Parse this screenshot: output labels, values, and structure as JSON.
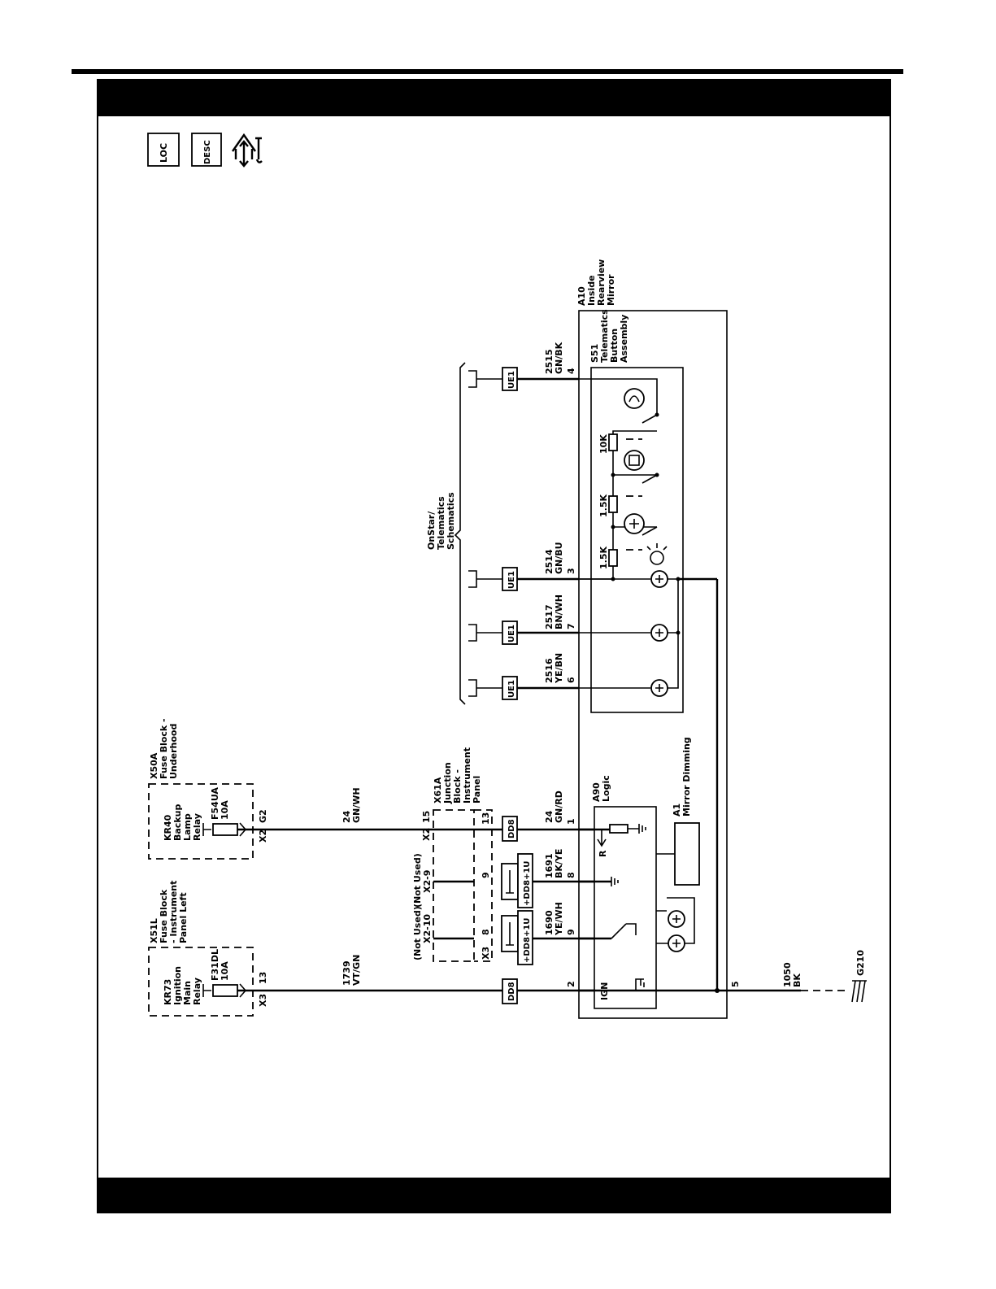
{
  "nav_icons": {
    "loc": "LOC",
    "desc": "DESC",
    "wrench": "house-wrench-icon"
  },
  "components": {
    "x50a": {
      "id": "X50A",
      "name1": "Fuse Block -",
      "name2": "Underhood"
    },
    "kr40": {
      "id": "KR40",
      "l1": "Backup",
      "l2": "Lamp",
      "l3": "Relay"
    },
    "f54ua": {
      "id": "F54UA",
      "rating": "10A"
    },
    "x51l": {
      "id": "X51L",
      "name1": "Fuse Block",
      "name2": "- Instrument",
      "name3": "Panel Left"
    },
    "kr73": {
      "id": "KR73",
      "l1": "Ignition",
      "l2": "Main",
      "l3": "Relay"
    },
    "f31dl": {
      "id": "F31DL",
      "rating": "10A"
    },
    "x61a": {
      "id": "X61A",
      "l1": "Junction",
      "l2": "Block -",
      "l3": "Instrument",
      "l4": "Panel"
    },
    "a10": {
      "id": "A10",
      "l1": "Inside",
      "l2": "Rearview",
      "l3": "Mirror"
    },
    "s51": {
      "id": "S51",
      "l1": "Telematics",
      "l2": "Button",
      "l3": "Assembly"
    },
    "a90": {
      "id": "A90",
      "name": "Logic"
    },
    "a1": {
      "id": "A1",
      "name": "Mirror Dimming"
    },
    "onstar": {
      "l1": "OnStar/",
      "l2": "Telematics",
      "l3": "Schematics"
    },
    "g210": "G210"
  },
  "pins": {
    "x2": "X2",
    "g2": "G2",
    "x3": "X3",
    "p13": "13",
    "p15": "15",
    "x2_15": "X2",
    "x3_13": "13",
    "x3b": "X3",
    "p9": "9",
    "p8": "8",
    "a1": "1",
    "a8": "8",
    "a9": "9",
    "a2": "2",
    "a5": "5",
    "s4": "4",
    "s3": "3",
    "s7": "7",
    "s6": "6",
    "notused1": "(Not Used)",
    "notused2": "(Not Used)",
    "x2_9": "X2-9",
    "x2_10": "X2-10"
  },
  "wires": {
    "w24a_num": "24",
    "w24a_col": "GN/WH",
    "w1739_num": "1739",
    "w1739_col": "VT/GN",
    "w24b_num": "24",
    "w24b_col": "GN/RD",
    "w1691_num": "1691",
    "w1691_col": "BK/YE",
    "w1690_num": "1690",
    "w1690_col": "YE/WH",
    "w1050_num": "1050",
    "w1050_col": "BK",
    "w2515_num": "2515",
    "w2515_col": "GN/BK",
    "w2514_num": "2514",
    "w2514_col": "GN/BU",
    "w2517_num": "2517",
    "w2517_col": "BN/WH",
    "w2516_num": "2516",
    "w2516_col": "YE/BN"
  },
  "tags": {
    "dd8": "DD8",
    "ue1": "UE1",
    "dd8p1u": "+DD8+1U"
  },
  "resistors": {
    "r1": "1.5K",
    "r2": "1.5K",
    "r3": "10K"
  },
  "logic_pins": {
    "r": "R",
    "ign": "IGN"
  }
}
